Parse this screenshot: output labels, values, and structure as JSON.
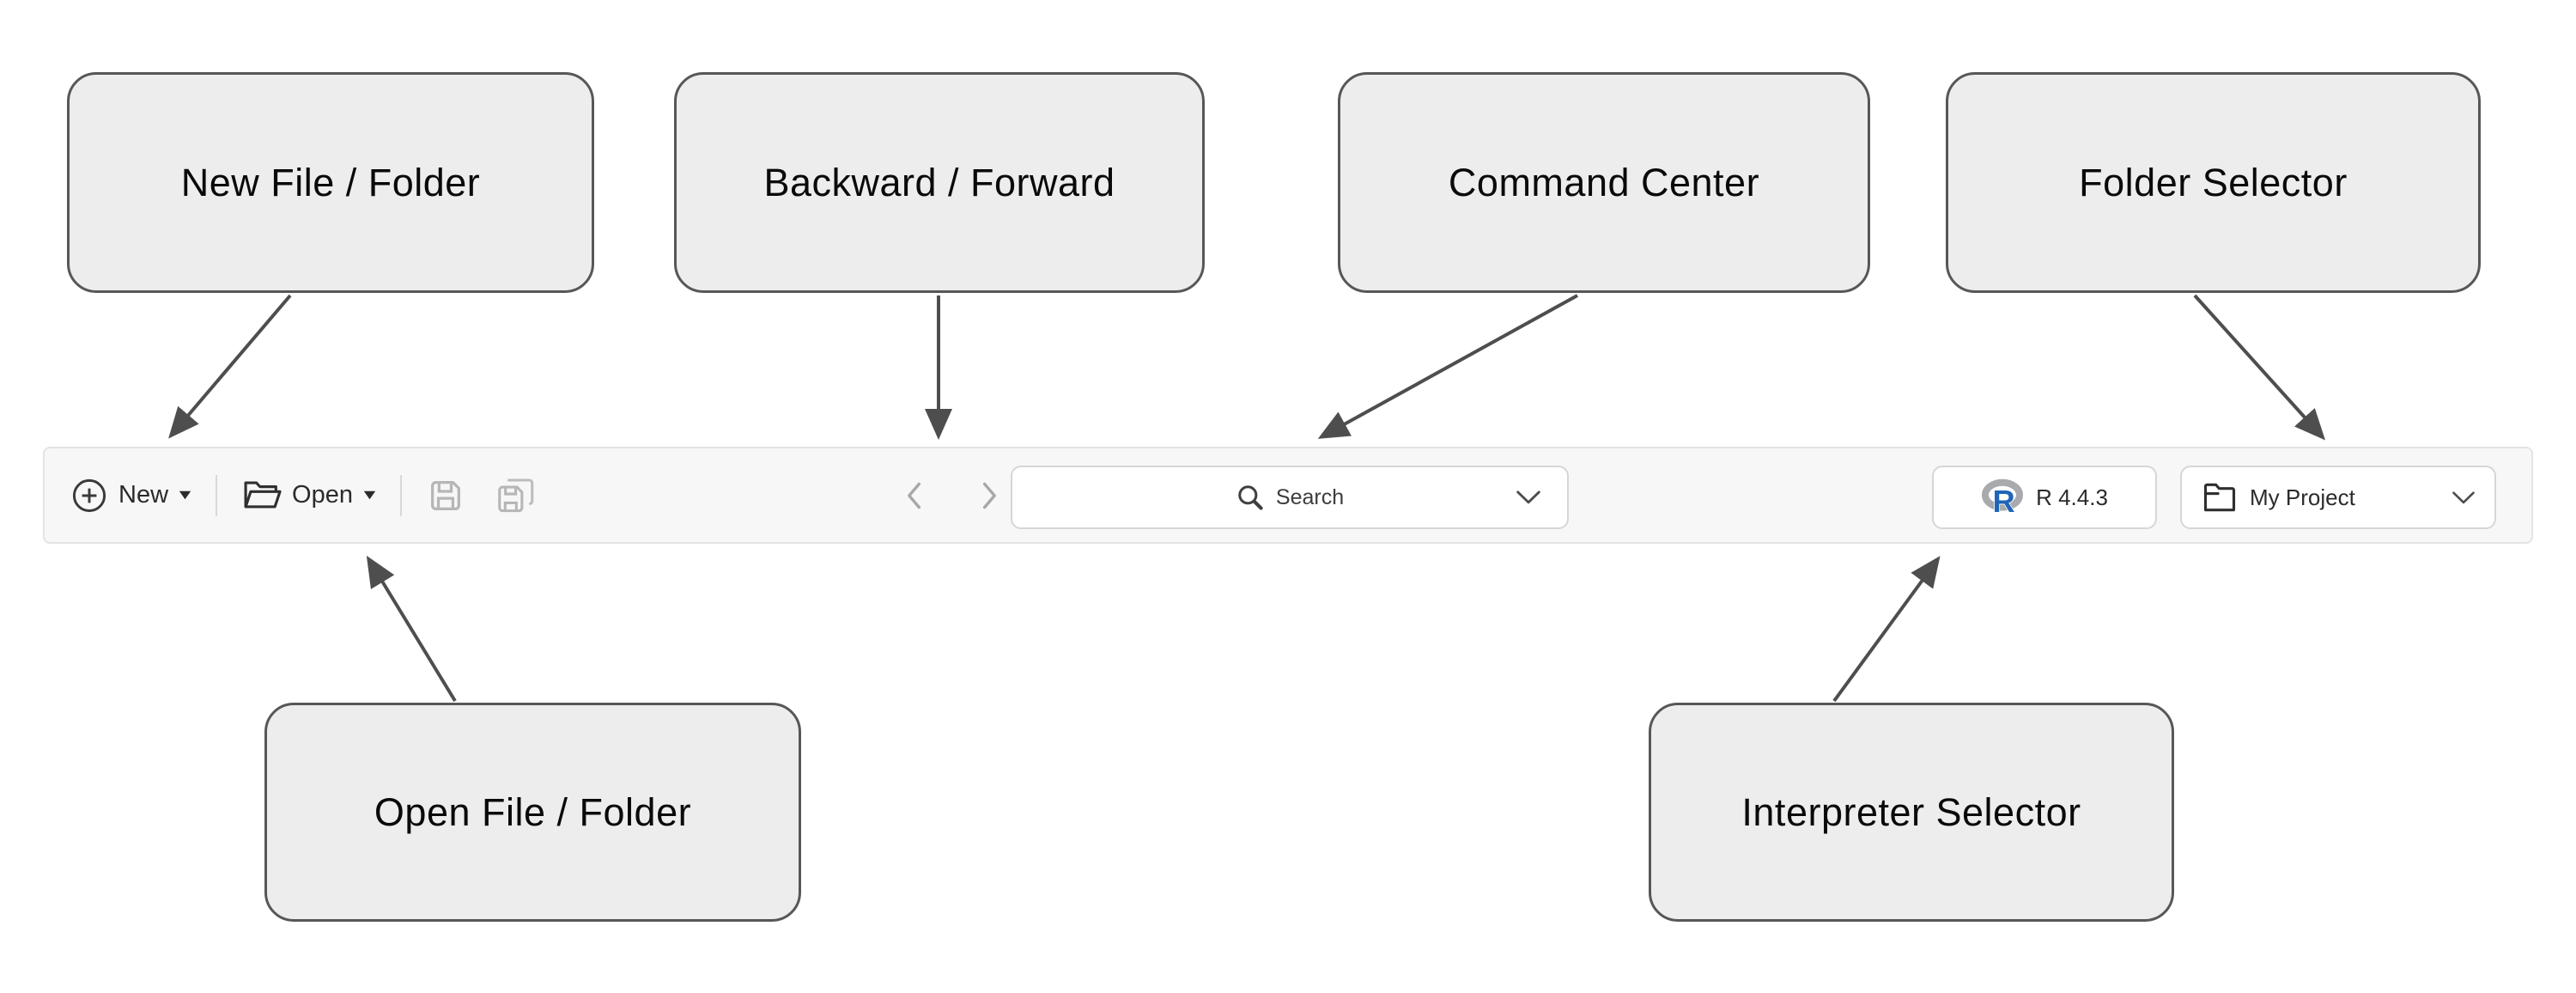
{
  "callouts": [
    {
      "label": "New File / Folder"
    },
    {
      "label": "Backward / Forward"
    },
    {
      "label": "Command Center"
    },
    {
      "label": "Folder Selector"
    },
    {
      "label": "Open File / Folder"
    },
    {
      "label": "Interpreter Selector"
    }
  ],
  "toolbar": {
    "new": {
      "label": "New"
    },
    "open": {
      "label": "Open"
    },
    "search": {
      "placeholder": "Search"
    },
    "interpreter": {
      "label": "R 4.4.3",
      "logo_letter": "R"
    },
    "project": {
      "label": "My Project"
    }
  },
  "colors": {
    "callout_fill": "#ededed",
    "callout_border": "#575757",
    "arrow": "#4e4e4e",
    "toolbar_bg": "#f7f7f7",
    "pill_border": "#d6d6d6",
    "r_logo_blue": "#1f65b8",
    "r_logo_gray": "#a8aaad",
    "disabled_icon": "#b6b6b6"
  }
}
